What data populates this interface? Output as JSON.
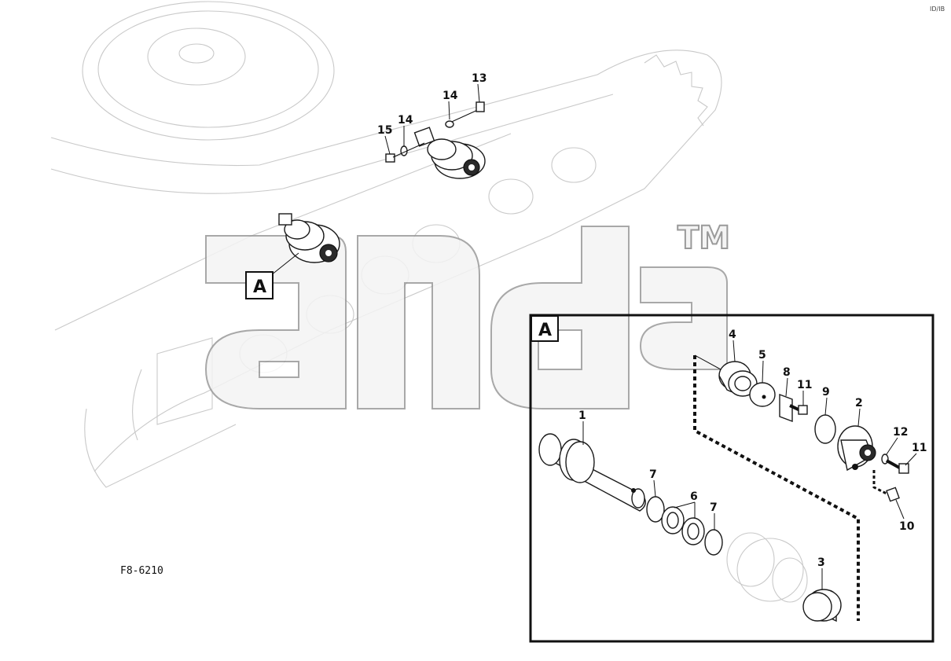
{
  "figure_code": "F8-6210",
  "corner_mark": "ID/IB",
  "watermark": {
    "tm": "TM"
  },
  "detail": {
    "letter": "A",
    "overview_letter": "A"
  },
  "callouts": {
    "c1": "1",
    "c2": "2",
    "c3": "3",
    "c4": "4",
    "c5": "5",
    "c6": "6",
    "c7a": "7",
    "c7b": "7",
    "c8": "8",
    "c9": "9",
    "c10": "10",
    "c11a": "11",
    "c11b": "11",
    "c12": "12",
    "c13": "13",
    "c14a": "14",
    "c14b": "14",
    "c15": "15"
  },
  "colors": {
    "line": "#1a1a1a",
    "ghost": "#c9c9c9",
    "watermark": "#9a9a9a"
  }
}
